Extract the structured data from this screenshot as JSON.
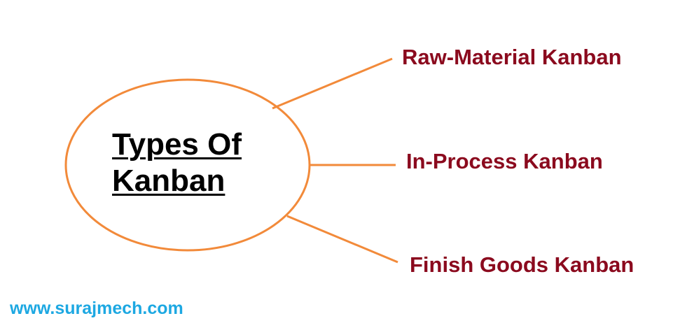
{
  "diagram": {
    "center": {
      "line1": "Types Of",
      "line2": "Kanban"
    },
    "branches": [
      {
        "label": "Raw-Material Kanban"
      },
      {
        "label": "In-Process Kanban"
      },
      {
        "label": "Finish Goods Kanban"
      }
    ]
  },
  "footer": {
    "website": "www.surajmech.com"
  },
  "colors": {
    "shape_stroke": "#f28a3a",
    "branch_text": "#8b0a1e",
    "center_text": "#000000",
    "watermark_text": "#1da8e2"
  }
}
